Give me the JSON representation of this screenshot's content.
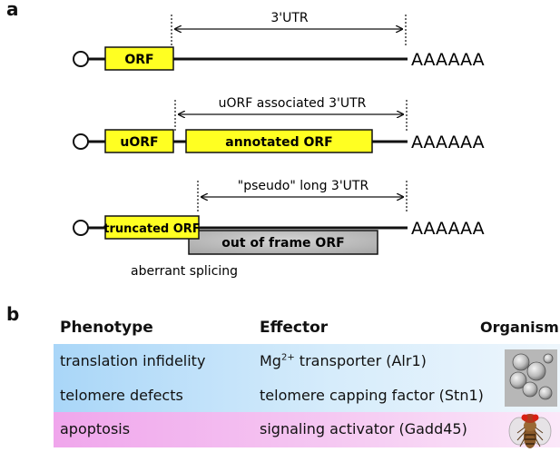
{
  "panels": {
    "a_letter": "a",
    "b_letter": "b"
  },
  "diagram": {
    "row1": {
      "span_label": "3'UTR",
      "orf": "ORF",
      "polya": "AAAAAA"
    },
    "row2": {
      "span_label": "uORF associated 3'UTR",
      "uorf": "uORF",
      "annotated": "annotated ORF",
      "polya": "AAAAAA"
    },
    "row3": {
      "span_label": "\"pseudo\" long 3'UTR",
      "truncated": "truncated ORF",
      "out_of_frame": "out of frame ORF",
      "polya": "AAAAAA",
      "note": "aberrant splicing"
    },
    "colors": {
      "orf_fill": "#ffff22",
      "out_of_frame_fill": "#bdbdbd",
      "line": "#111111"
    }
  },
  "table": {
    "headers": {
      "phenotype": "Phenotype",
      "effector": "Effector",
      "organism": "Organism"
    },
    "rows": [
      {
        "phenotype": "translation infidelity",
        "effector_pre": "Mg",
        "effector_sup": "2+",
        "effector_post": " transporter (Alr1)"
      },
      {
        "phenotype": "telomere defects",
        "effector_pre": "telomere capping factor (Stn1)",
        "effector_sup": "",
        "effector_post": ""
      },
      {
        "phenotype": "apoptosis",
        "effector_pre": "signaling activator (Gadd45)",
        "effector_sup": "",
        "effector_post": ""
      }
    ],
    "organisms": [
      {
        "icon": "yeast-cells-icon",
        "rows": [
          0,
          1
        ]
      },
      {
        "icon": "fruit-fly-icon",
        "rows": [
          2
        ]
      }
    ],
    "colors": {
      "blue_band": "#c9e6fb",
      "pink_band": "#f3c3f0"
    }
  }
}
